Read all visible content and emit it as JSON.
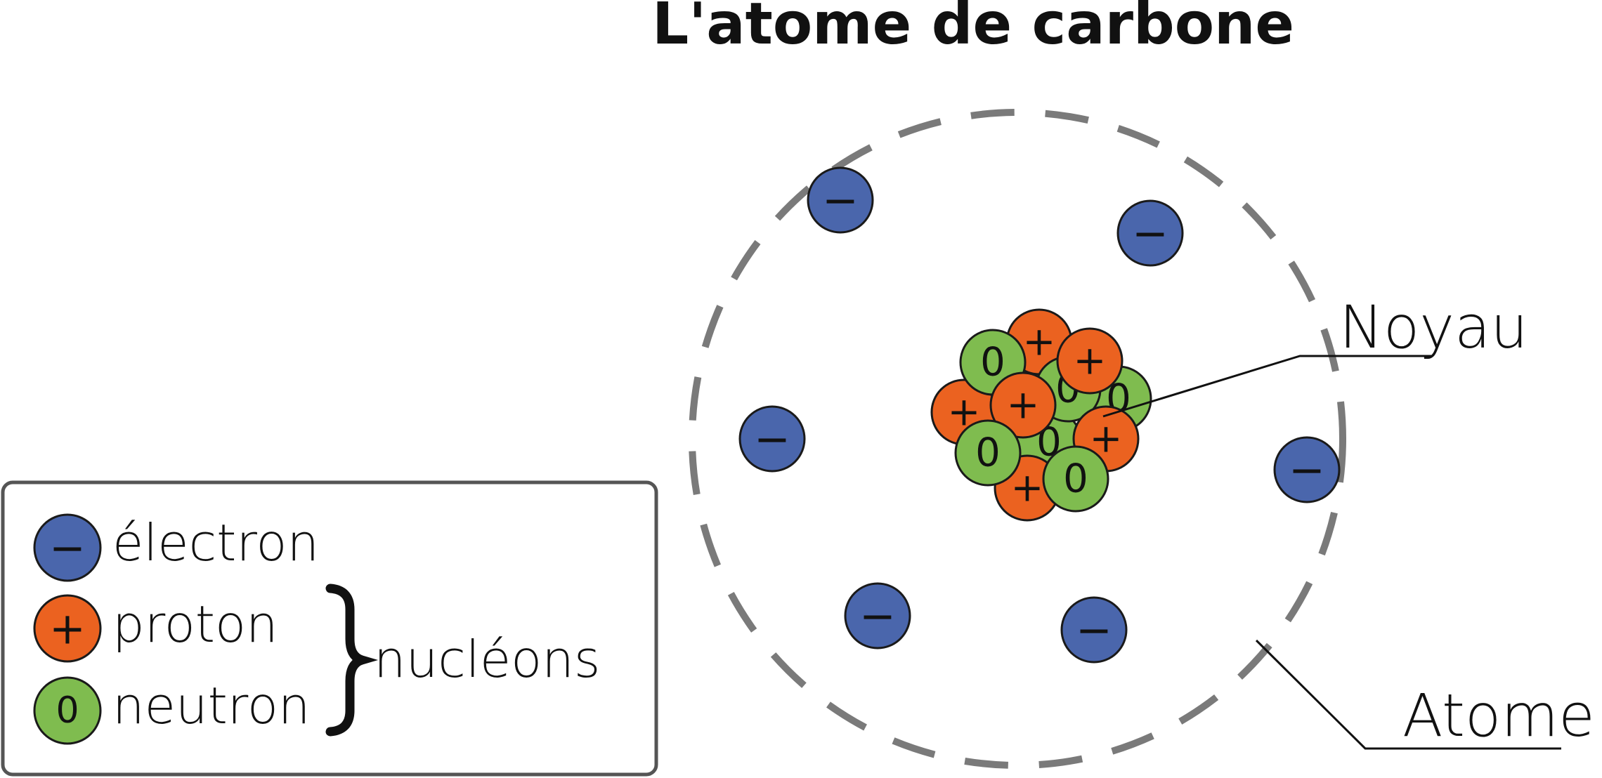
{
  "title": "L'atome de carbone",
  "labels": {
    "nucleus": "Noyau",
    "atom": "Atome"
  },
  "legend": {
    "electron": "électron",
    "proton": "proton",
    "neutron": "neutron",
    "nucleons": "nucléons"
  },
  "symbols": {
    "electron": "−",
    "proton": "+",
    "neutron": "0"
  },
  "colors": {
    "electron": "#4a66ac",
    "proton": "#eb6220",
    "neutron": "#7fbc4f",
    "orbit": "#7a7a7a"
  }
}
